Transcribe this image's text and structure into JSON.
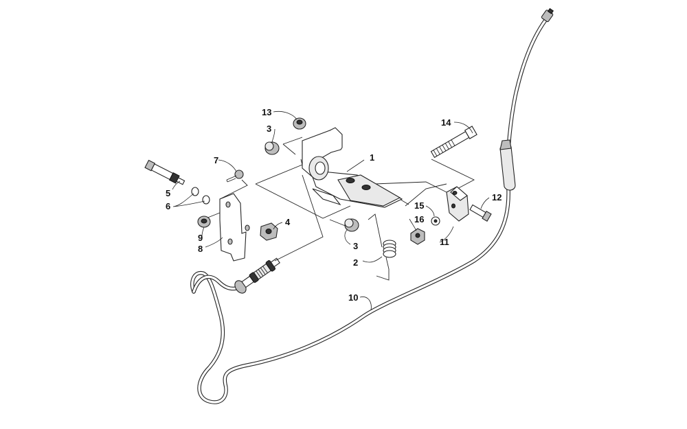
{
  "diagram": {
    "callouts": {
      "c1": "1",
      "c2": "2",
      "c3a": "3",
      "c3b": "3",
      "c4": "4",
      "c5": "5",
      "c6": "6",
      "c7": "7",
      "c8": "8",
      "c9": "9",
      "c10": "10",
      "c11": "11",
      "c12": "12",
      "c13": "13",
      "c14": "14",
      "c15": "15",
      "c16": "16"
    }
  }
}
